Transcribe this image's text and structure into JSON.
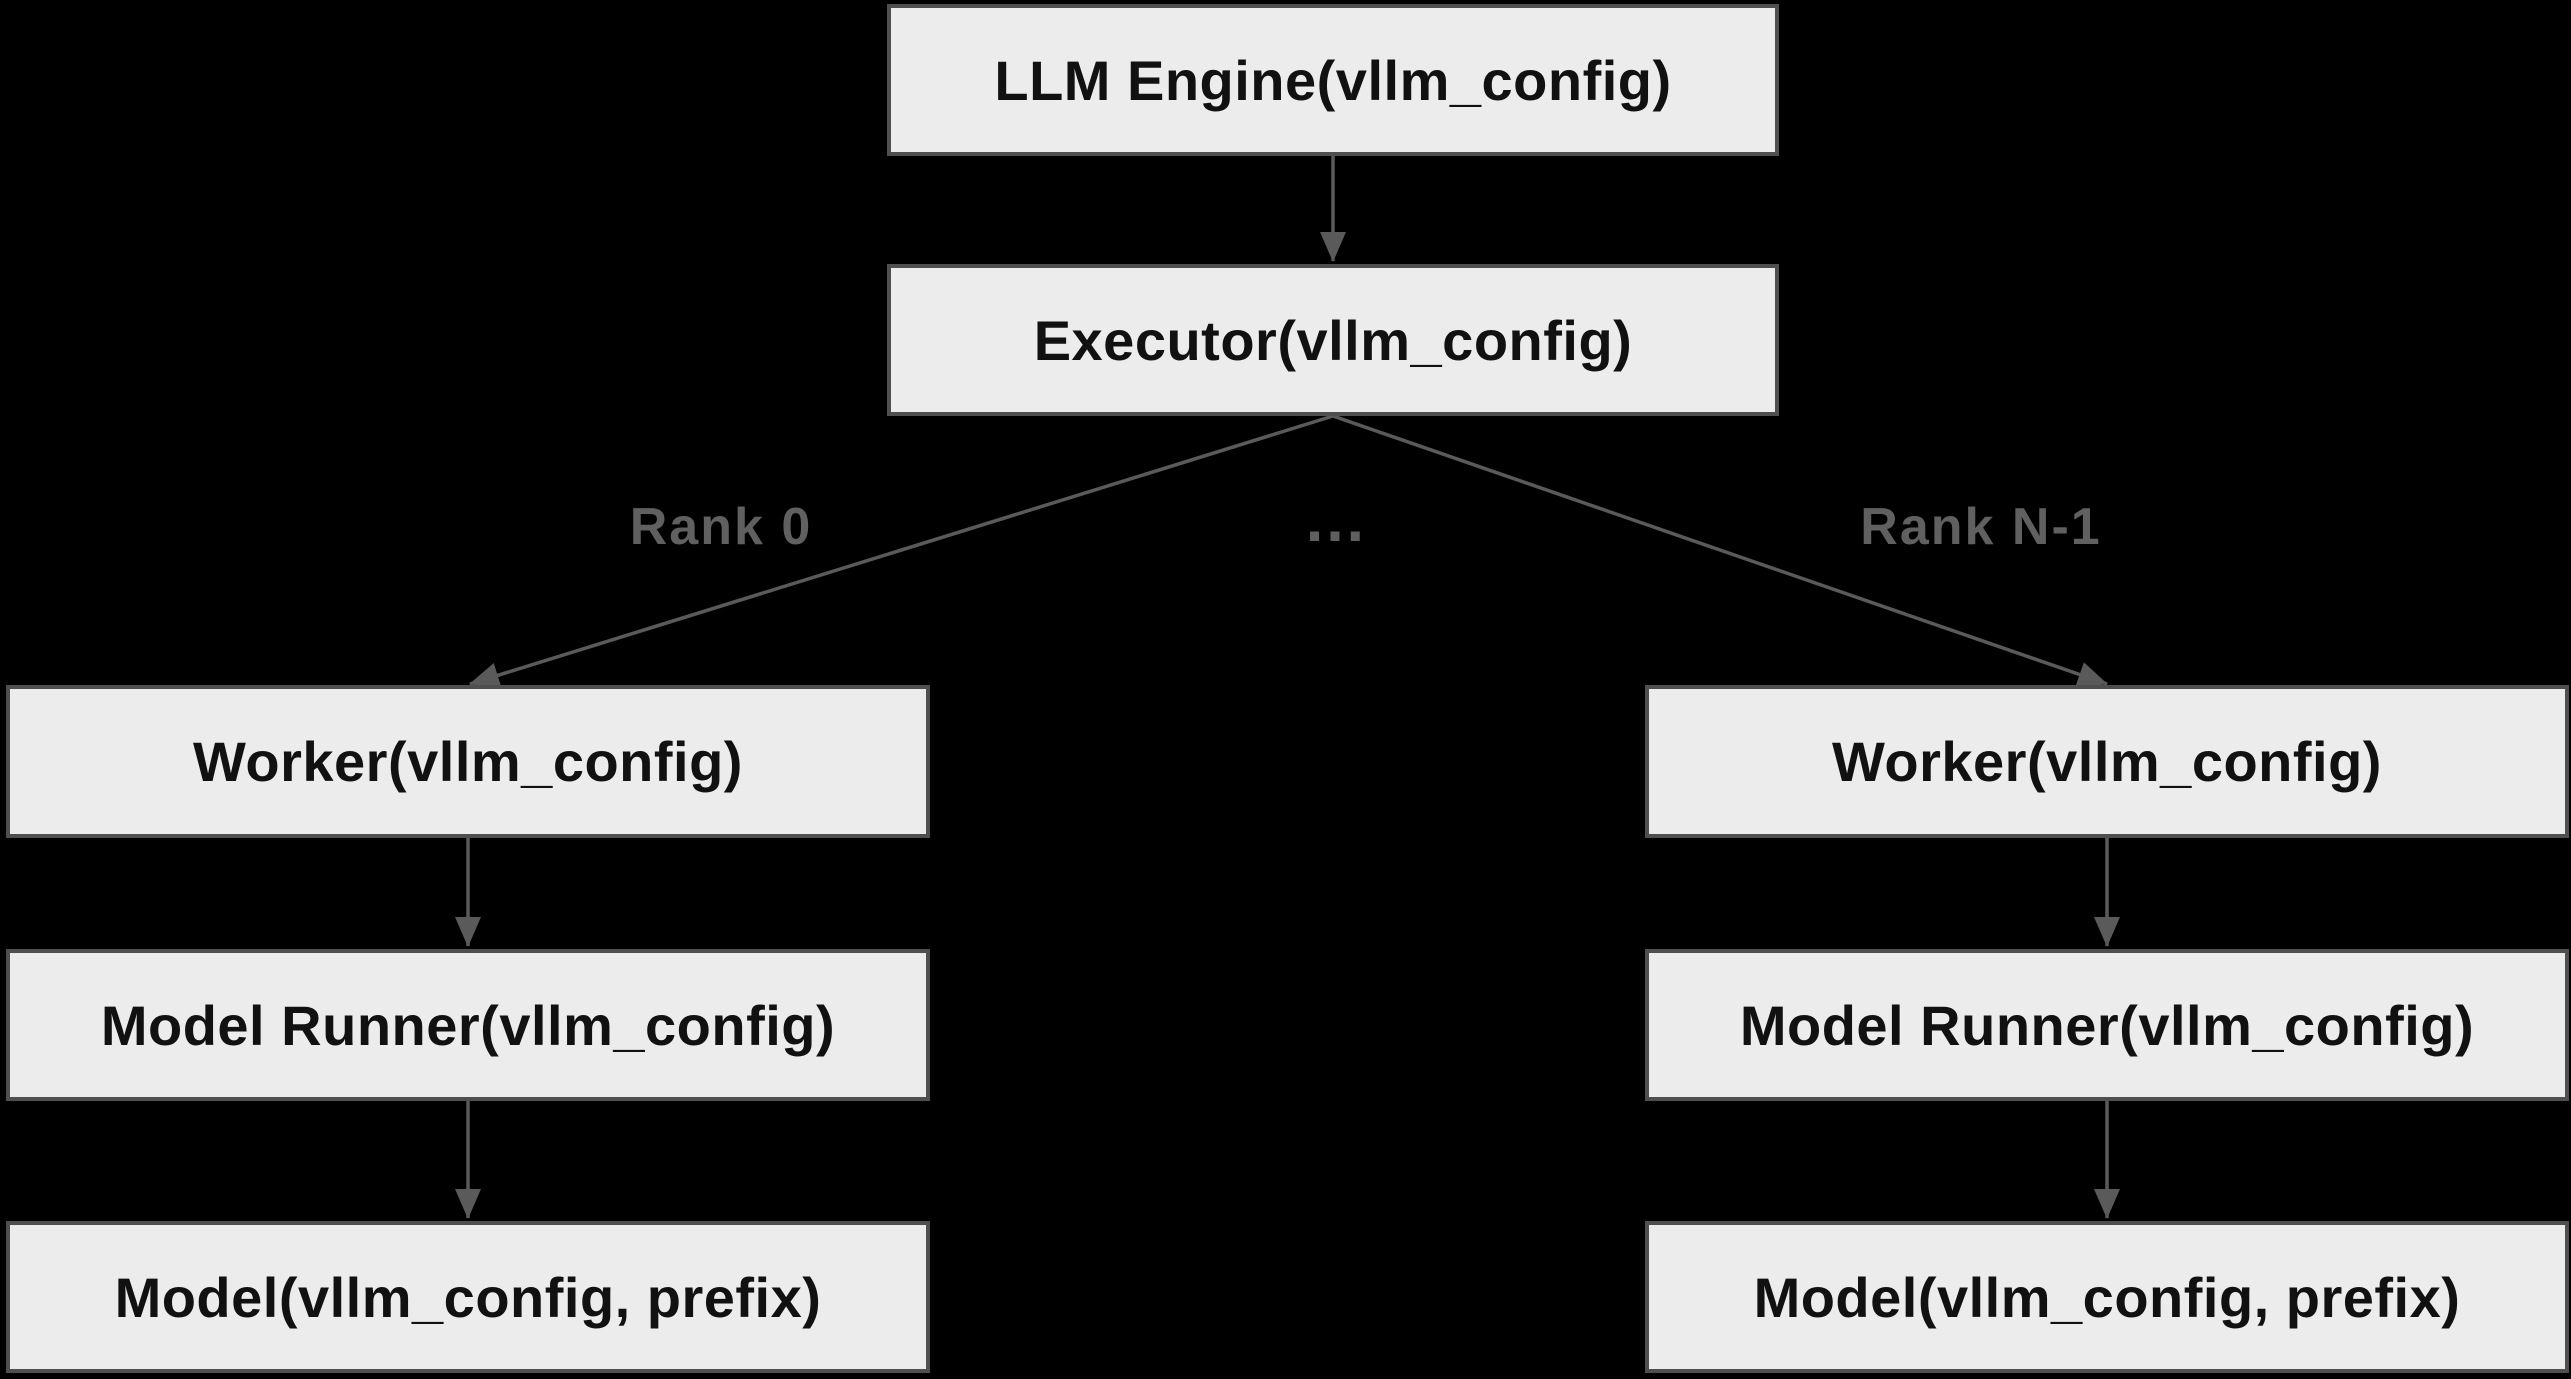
{
  "diagram": {
    "type": "flowchart",
    "background_color": "#000000",
    "node_fill_color": "#ececec",
    "node_border_color": "#4f4f4f",
    "node_text_color": "#111111",
    "edge_color": "#5a5a5a",
    "edge_label_color": "#606060",
    "nodes": {
      "llm_engine": {
        "label": "LLM Engine(vllm_config)"
      },
      "executor": {
        "label": "Executor(vllm_config)"
      },
      "worker_left": {
        "label": "Worker(vllm_config)"
      },
      "worker_right": {
        "label": "Worker(vllm_config)"
      },
      "model_runner_left": {
        "label": "Model Runner(vllm_config)"
      },
      "model_runner_right": {
        "label": "Model Runner(vllm_config)"
      },
      "model_left": {
        "label": "Model(vllm_config, prefix)"
      },
      "model_right": {
        "label": "Model(vllm_config, prefix)"
      }
    },
    "edges": [
      {
        "from": "llm_engine",
        "to": "executor",
        "label": ""
      },
      {
        "from": "executor",
        "to": "worker_left",
        "label": "Rank 0"
      },
      {
        "from": "executor",
        "to": "worker_right",
        "label": "Rank N-1"
      },
      {
        "from": "executor",
        "to": "other_workers",
        "label": "…"
      },
      {
        "from": "worker_left",
        "to": "model_runner_left",
        "label": ""
      },
      {
        "from": "model_runner_left",
        "to": "model_left",
        "label": ""
      },
      {
        "from": "worker_right",
        "to": "model_runner_right",
        "label": ""
      },
      {
        "from": "model_runner_right",
        "to": "model_right",
        "label": ""
      }
    ],
    "edge_labels": {
      "rank_0": "Rank 0",
      "ellipsis": "…",
      "rank_n": "Rank N-1"
    }
  }
}
